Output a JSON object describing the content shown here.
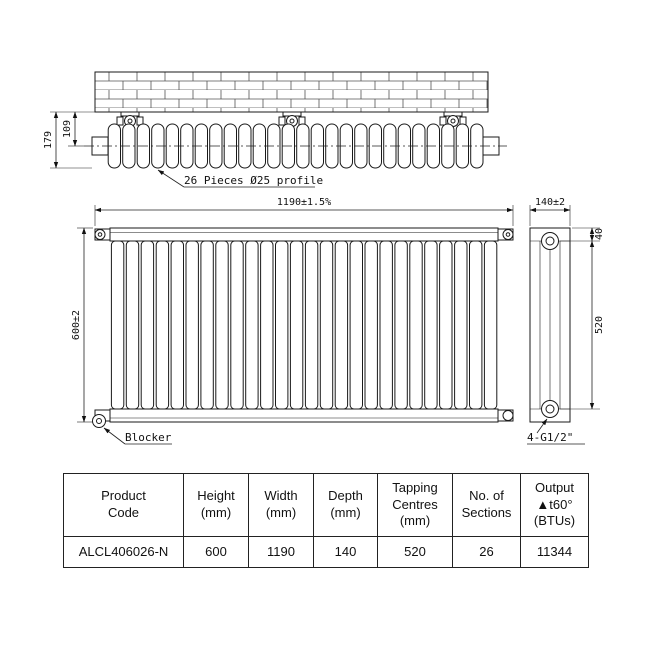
{
  "drawing": {
    "top": {
      "dim109": "109",
      "dim179": "179",
      "pieces_label": "26 Pieces Ø25 profile"
    },
    "front": {
      "width_dim": "1190±1.5%",
      "height_dim": "600±2",
      "blocker_label": "Blocker"
    },
    "side": {
      "depth_dim": "140±2",
      "top_offset_dim": "40",
      "tapping_centres_dim": "520",
      "tapping_label": "4-G1/2\""
    }
  },
  "table": {
    "headers": [
      "Product\nCode",
      "Height\n(mm)",
      "Width\n(mm)",
      "Depth\n(mm)",
      "Tapping\nCentres\n(mm)",
      "No. of\nSections",
      "Output\n▲t60°\n(BTUs)"
    ],
    "row": [
      "ALCL406026-N",
      "600",
      "1190",
      "140",
      "520",
      "26",
      "11344"
    ]
  }
}
